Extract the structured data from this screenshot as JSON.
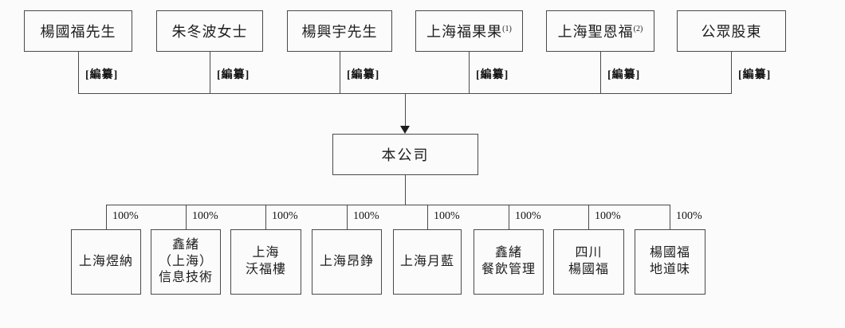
{
  "company": {
    "label": "本公司"
  },
  "shareholders": [
    {
      "name": "楊國福先生",
      "sup": "",
      "stake": "[編纂]"
    },
    {
      "name": "朱冬波女士",
      "sup": "",
      "stake": "[編纂]"
    },
    {
      "name": "楊興宇先生",
      "sup": "",
      "stake": "[編纂]"
    },
    {
      "name": "上海福果果",
      "sup": "(1)",
      "stake": "[編纂]"
    },
    {
      "name": "上海聖恩福",
      "sup": "(2)",
      "stake": "[編纂]"
    },
    {
      "name": "公眾股東",
      "sup": "",
      "stake": "[編纂]"
    }
  ],
  "subsidiaries": [
    {
      "name": "上海煜納",
      "stake": "100%"
    },
    {
      "name": "鑫緒\n（上海）\n信息技術",
      "stake": "100%"
    },
    {
      "name": "上海\n沃福樓",
      "stake": "100%"
    },
    {
      "name": "上海昂錚",
      "stake": "100%"
    },
    {
      "name": "上海月藍",
      "stake": "100%"
    },
    {
      "name": "鑫緒\n餐飲管理",
      "stake": "100%"
    },
    {
      "name": "四川\n楊國福",
      "stake": "100%"
    },
    {
      "name": "楊國福\n地道味",
      "stake": "100%"
    }
  ]
}
